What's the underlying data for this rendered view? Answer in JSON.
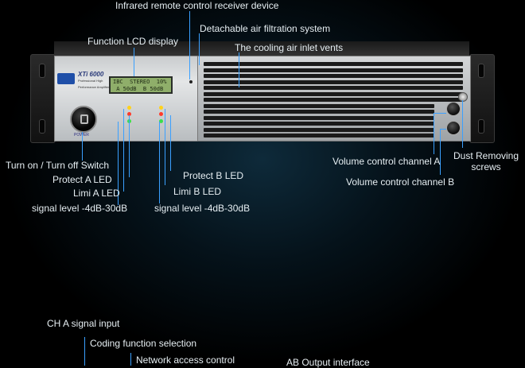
{
  "labels": {
    "ir_receiver": "Infrared remote control receiver device",
    "air_filter": "Detachable air filtration system",
    "lcd": "Function LCD display",
    "air_inlet": "The cooling air inlet vents",
    "power_switch": "Turn on / Turn off Switch",
    "protect_a": "Protect A LED",
    "limi_a": "Limi A LED",
    "signal_a": "signal level -4dB-30dB",
    "protect_b": "Protect B LED",
    "limi_b": "Limi B LED",
    "signal_b": "signal level -4dB-30dB",
    "volume_a": "Volume control channel A",
    "volume_b": "Volume control channel B",
    "dust_screws": "Dust Removing\nscrews",
    "ch_a_input": "CH A signal input",
    "coding": "Coding function selection",
    "network": "Network access control",
    "ab_output": "AB Output interface"
  },
  "device": {
    "model": "XTi 6000",
    "model_sub": "Professional High\nPerformance Amplifier",
    "lcd_line1": "IBC  STEREO  10%",
    "lcd_line2": " A 50dB  B 50dB",
    "power_label": "POWER"
  },
  "colors": {
    "leader_line": "#3aa0ff",
    "label_text": "#e6eef2",
    "led_red": "#ff3a2a",
    "led_yellow": "#ffd21a",
    "led_green": "#3adf4a"
  }
}
